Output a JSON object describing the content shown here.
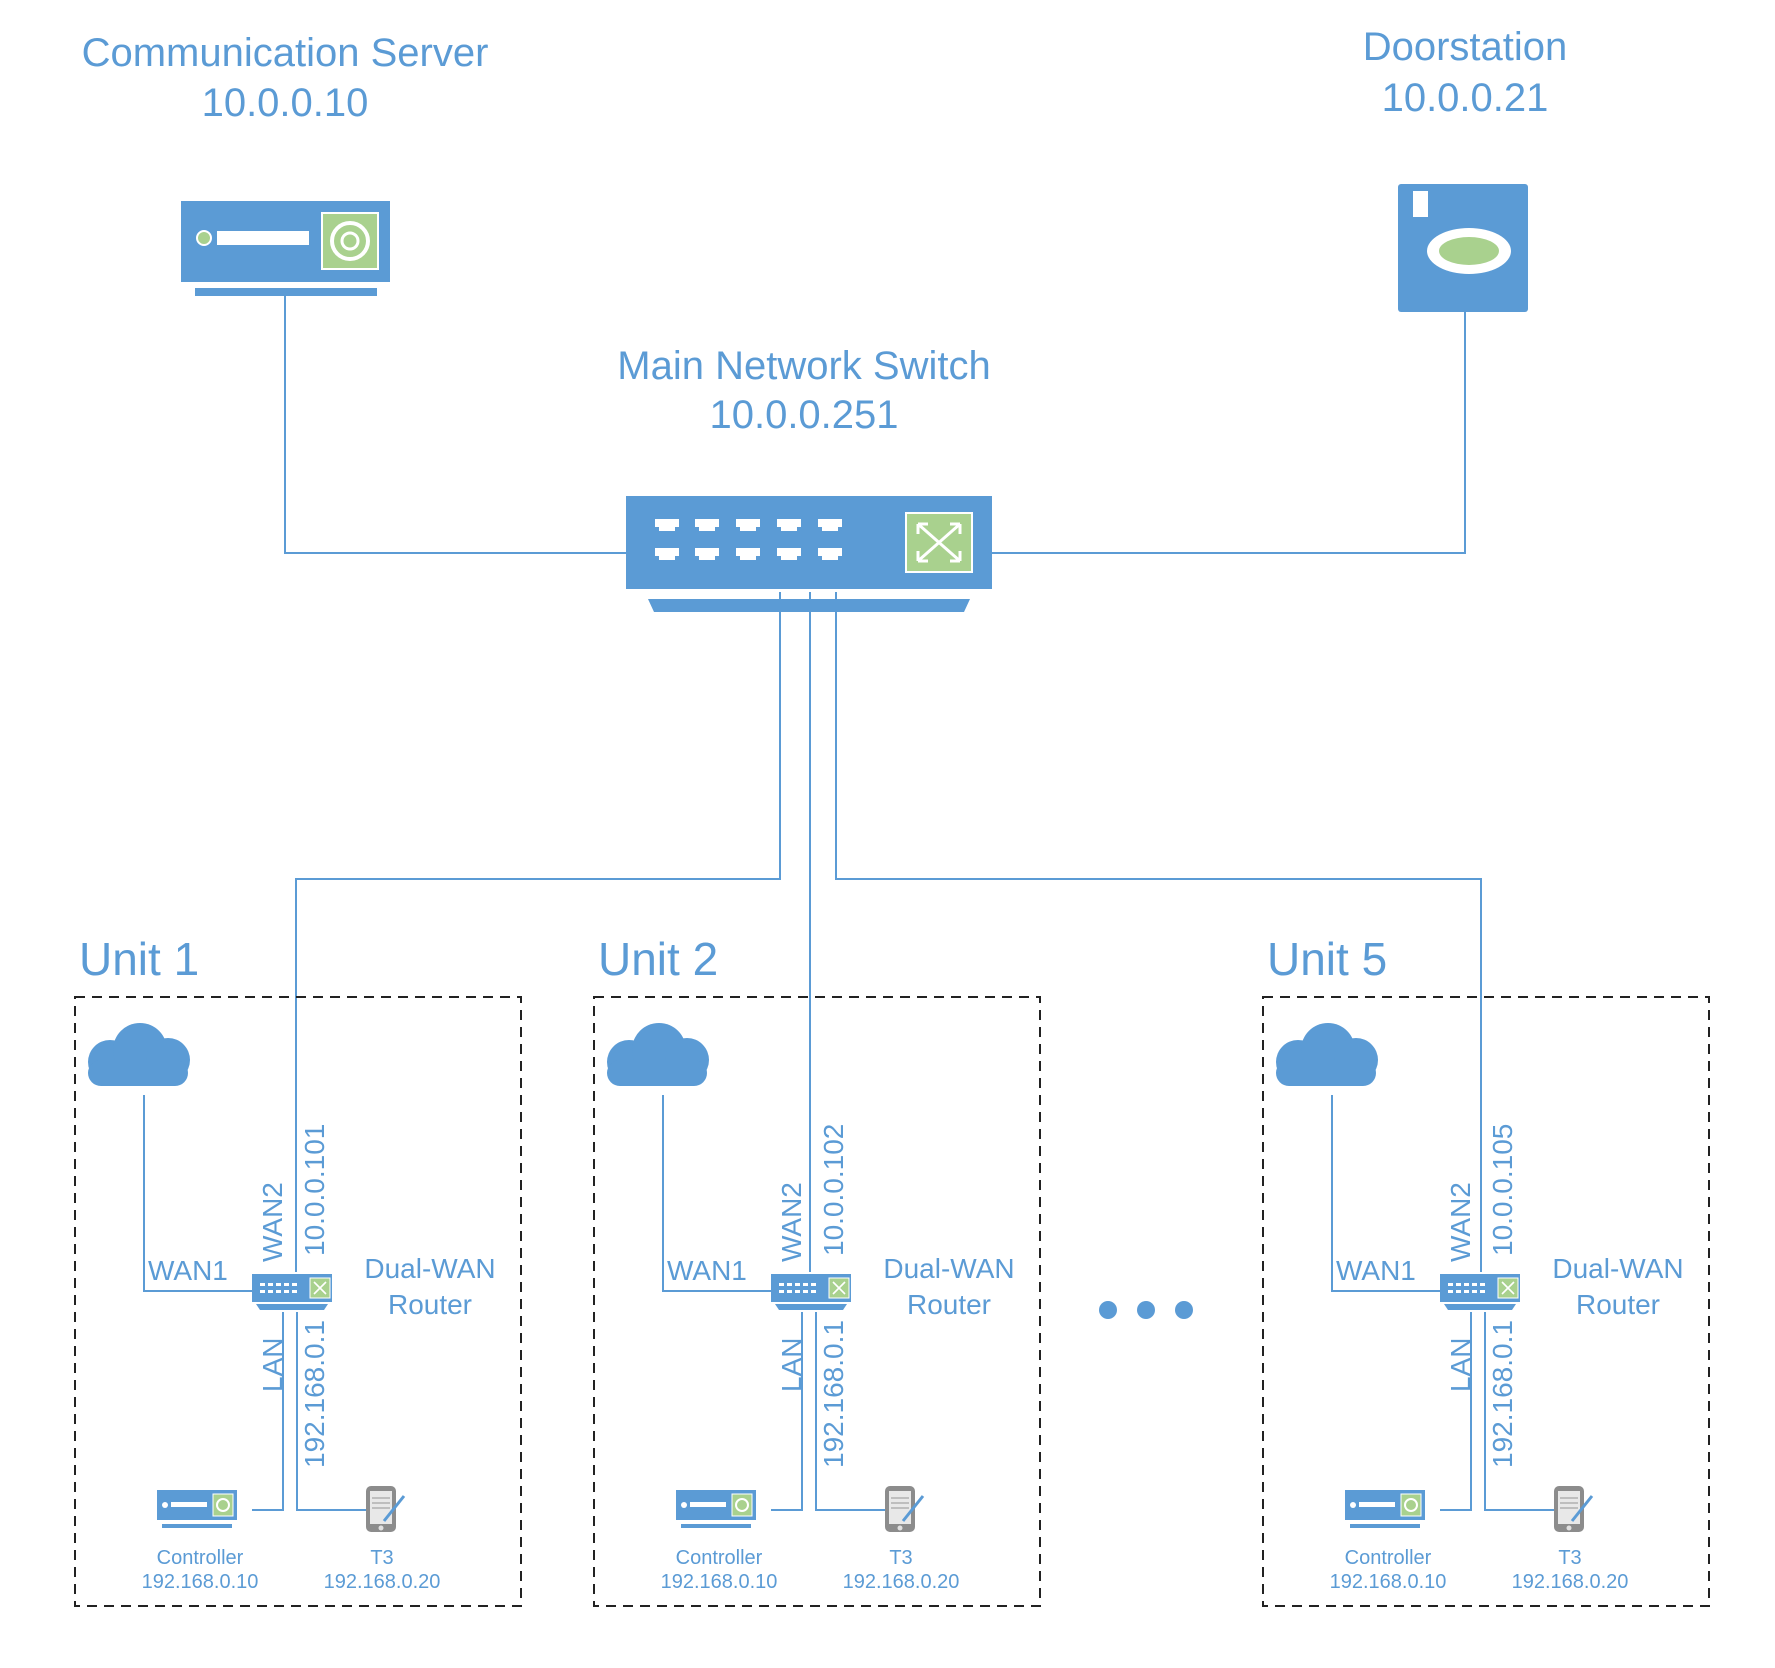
{
  "colors": {
    "primary": "#5b9bd5",
    "accent": "#a9d18e",
    "line": "#5b9bd5",
    "box_border": "#222222"
  },
  "server": {
    "name": "Communication Server",
    "ip": "10.0.0.10",
    "icon": "server-icon"
  },
  "doorstation": {
    "name": "Doorstation",
    "ip": "10.0.0.21",
    "icon": "doorstation-icon"
  },
  "switch": {
    "name": "Main Network Switch",
    "ip": "10.0.0.251",
    "icon": "network-switch-icon"
  },
  "units": [
    {
      "title": "Unit 1",
      "wan_ip": "10.0.0.101"
    },
    {
      "title": "Unit 2",
      "wan_ip": "10.0.0.102"
    },
    {
      "title": "Unit 5",
      "wan_ip": "10.0.0.105"
    }
  ],
  "unit_common": {
    "router_name_line1": "Dual-WAN",
    "router_name_line2": "Router",
    "wan1_label": "WAN1",
    "wan2_label": "WAN2",
    "lan_label": "LAN",
    "lan_ip": "192.168.0.1",
    "controller_name": "Controller",
    "controller_ip": "192.168.0.10",
    "t3_name": "T3",
    "t3_ip": "192.168.0.20"
  },
  "ellipsis": {
    "icon": "ellipsis-icon"
  }
}
